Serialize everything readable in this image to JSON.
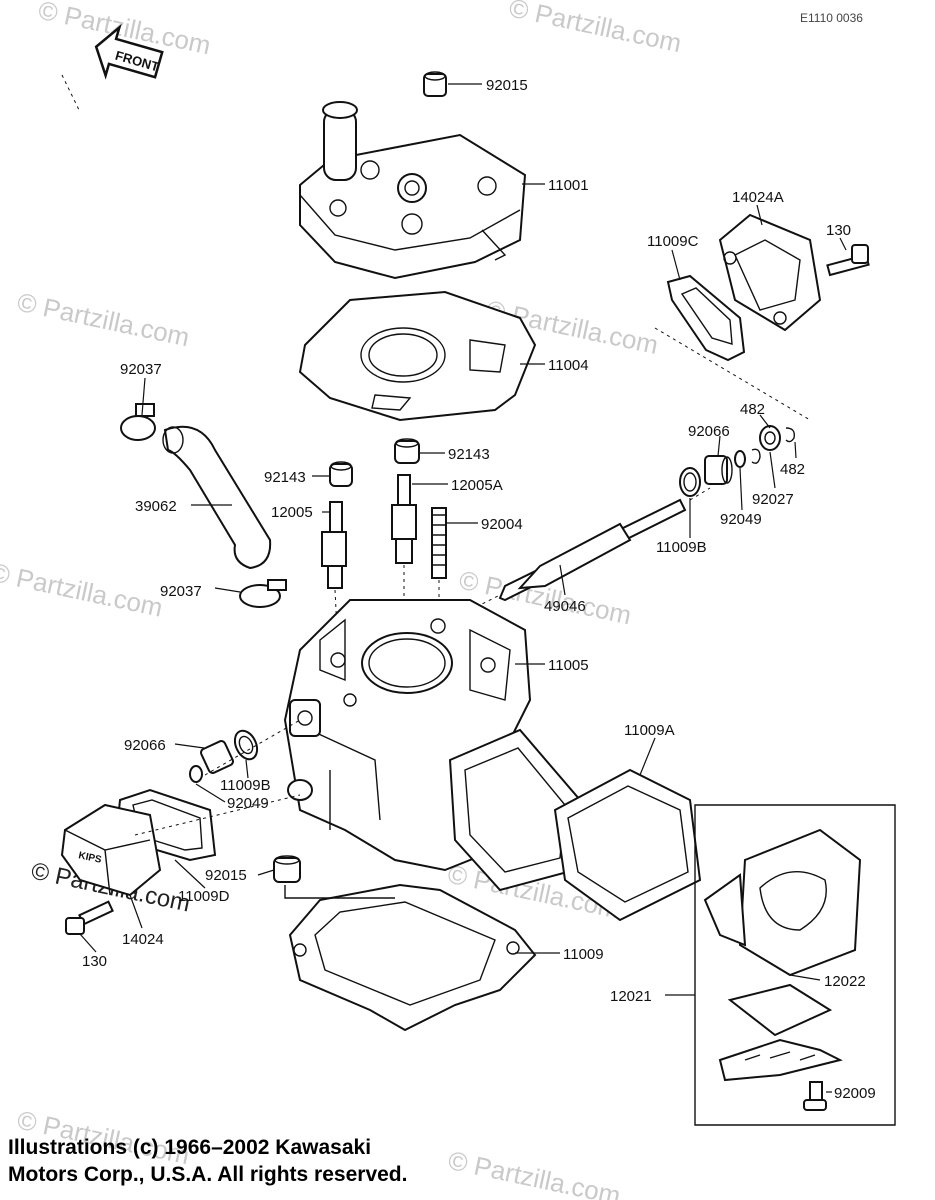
{
  "diagram_code": "E1110 0036",
  "front_label": "FRONT",
  "watermark": "© Partzilla.com",
  "cover_marking": "KIPS",
  "parts": {
    "p92015a": "92015",
    "p11001": "11001",
    "p14024A": "14024A",
    "p11009C": "11009C",
    "p130a": "130",
    "p11004": "11004",
    "p92037a": "92037",
    "p92143a": "92143",
    "p92143b": "92143",
    "p12005A": "12005A",
    "p12005": "12005",
    "p39062": "39062",
    "p92004": "92004",
    "p482a": "482",
    "p92066a": "92066",
    "p482b": "482",
    "p92027": "92027",
    "p92049a": "92049",
    "p11009B_a": "11009B",
    "p49046": "49046",
    "p92037b": "92037",
    "p11005": "11005",
    "p11009A": "11009A",
    "p92066b": "92066",
    "p11009B_b": "11009B",
    "p92049b": "92049",
    "p92015b": "92015",
    "p11009D": "11009D",
    "p14024": "14024",
    "p130b": "130",
    "p11009": "11009",
    "p12022": "12022",
    "p12021": "12021",
    "p92009": "92009"
  },
  "copyright": {
    "line1": "Illustrations (c) 1966–2002 Kawasaki",
    "line2": "Motors Corp., U.S.A.  All rights reserved."
  }
}
